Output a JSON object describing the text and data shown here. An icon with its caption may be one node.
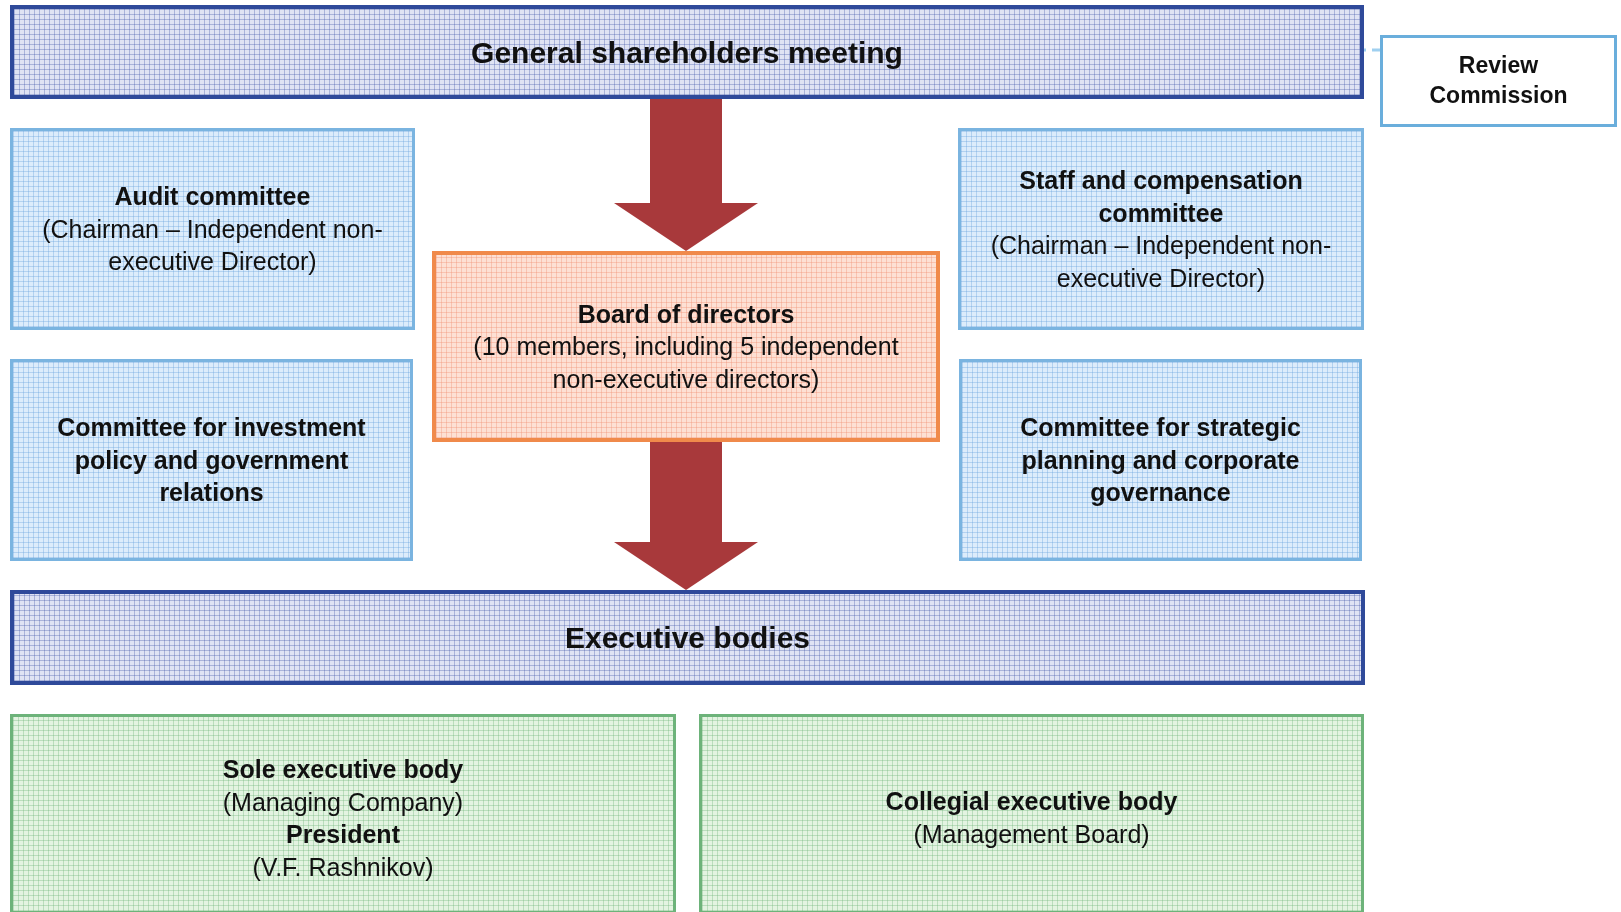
{
  "diagram": {
    "nodes": [
      {
        "text": [
          "General shareholders meeting"
        ]
      },
      {
        "text": [
          "Review Commission"
        ]
      },
      {
        "text": [
          "Audit committee",
          "(Chairman – Independent non-executive Director)"
        ]
      },
      {
        "text": [
          "Staff and compensation committee",
          "(Chairman – Independent non-executive Director)"
        ]
      },
      {
        "text": [
          "Board of directors",
          "(10 members, including 5 independent non-executive directors)"
        ]
      },
      {
        "text": [
          "Committee for investment policy and government relations"
        ]
      },
      {
        "text": [
          "Committee for strategic planning and corporate governance"
        ]
      },
      {
        "text": [
          "Executive bodies"
        ]
      },
      {
        "text": [
          "Sole executive body",
          "(Managing Company)",
          "President",
          "(V.F. Rashnikov)"
        ]
      },
      {
        "text": [
          "Collegial executive body",
          "(Management Board)"
        ]
      }
    ],
    "edges": [
      {
        "from": 0,
        "to": 4,
        "arrow": "to",
        "style": "thick",
        "color": "#a8393b"
      },
      {
        "from": 4,
        "to": 7,
        "arrow": "to",
        "style": "thick",
        "color": "#a8393b"
      },
      {
        "from": 1,
        "to": 0,
        "arrow": "none",
        "style": "dashed",
        "color": "#9fd0f0"
      }
    ]
  }
}
